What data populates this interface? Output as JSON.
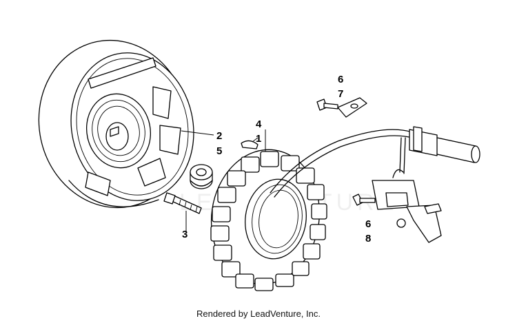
{
  "callouts": {
    "c1": "1",
    "c2": "2",
    "c3": "3",
    "c4": "4",
    "c5": "5",
    "c6a": "6",
    "c7": "7",
    "c6b": "6",
    "c8": "8"
  },
  "watermark": "LEADVENTURE",
  "footer": "Rendered by LeadVenture, Inc."
}
